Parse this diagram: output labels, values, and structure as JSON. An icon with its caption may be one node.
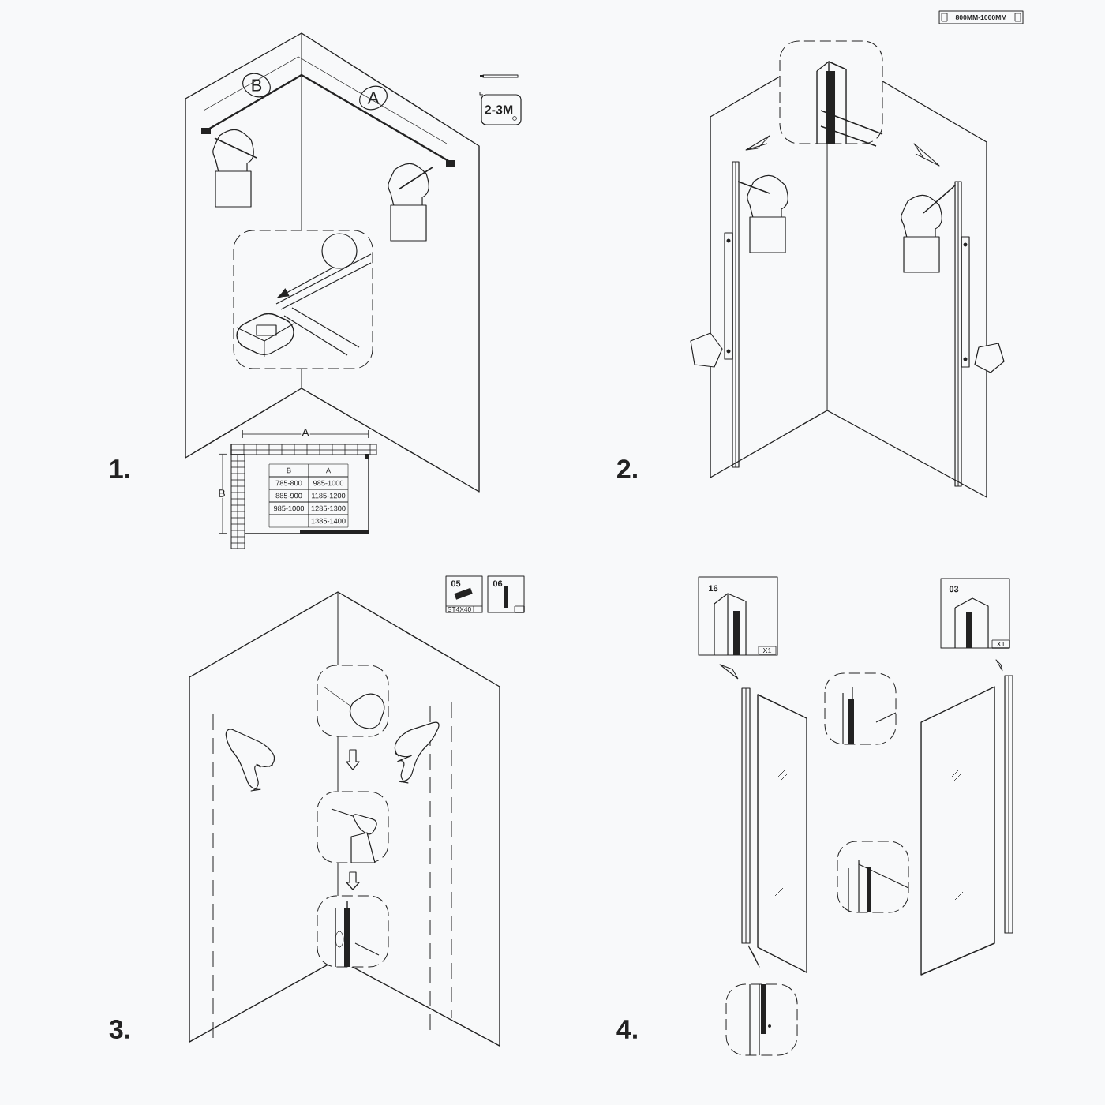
{
  "diagram": {
    "labels": [
      "B",
      "A",
      "2-3M",
      "A",
      "B",
      "B",
      "A",
      "785-800",
      "985-1000",
      "885-900",
      "1185-1200",
      "985-1000",
      "1285-1300",
      "1385-1400",
      "1.",
      "800MM-1000MM",
      "2.",
      "05",
      "ST4X40",
      "06",
      "3.",
      "16",
      "X1",
      "03",
      "X1",
      "4."
    ]
  }
}
